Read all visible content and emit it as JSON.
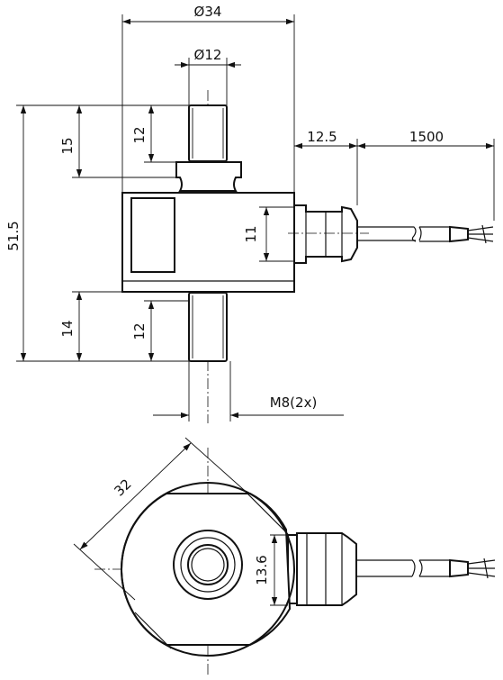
{
  "dimensions": {
    "diameter_body": "Ø34",
    "diameter_thread": "Ø12",
    "height_total": "51.5",
    "upper_stud": "15",
    "upper_thread": "12",
    "gland_offset": "12.5",
    "cable_length": "1500",
    "gland_height": "11",
    "lower_stud": "14",
    "lower_thread": "12",
    "thread_spec": "M8(2x)",
    "flat_width": "32",
    "gland_width_top": "13.6"
  }
}
